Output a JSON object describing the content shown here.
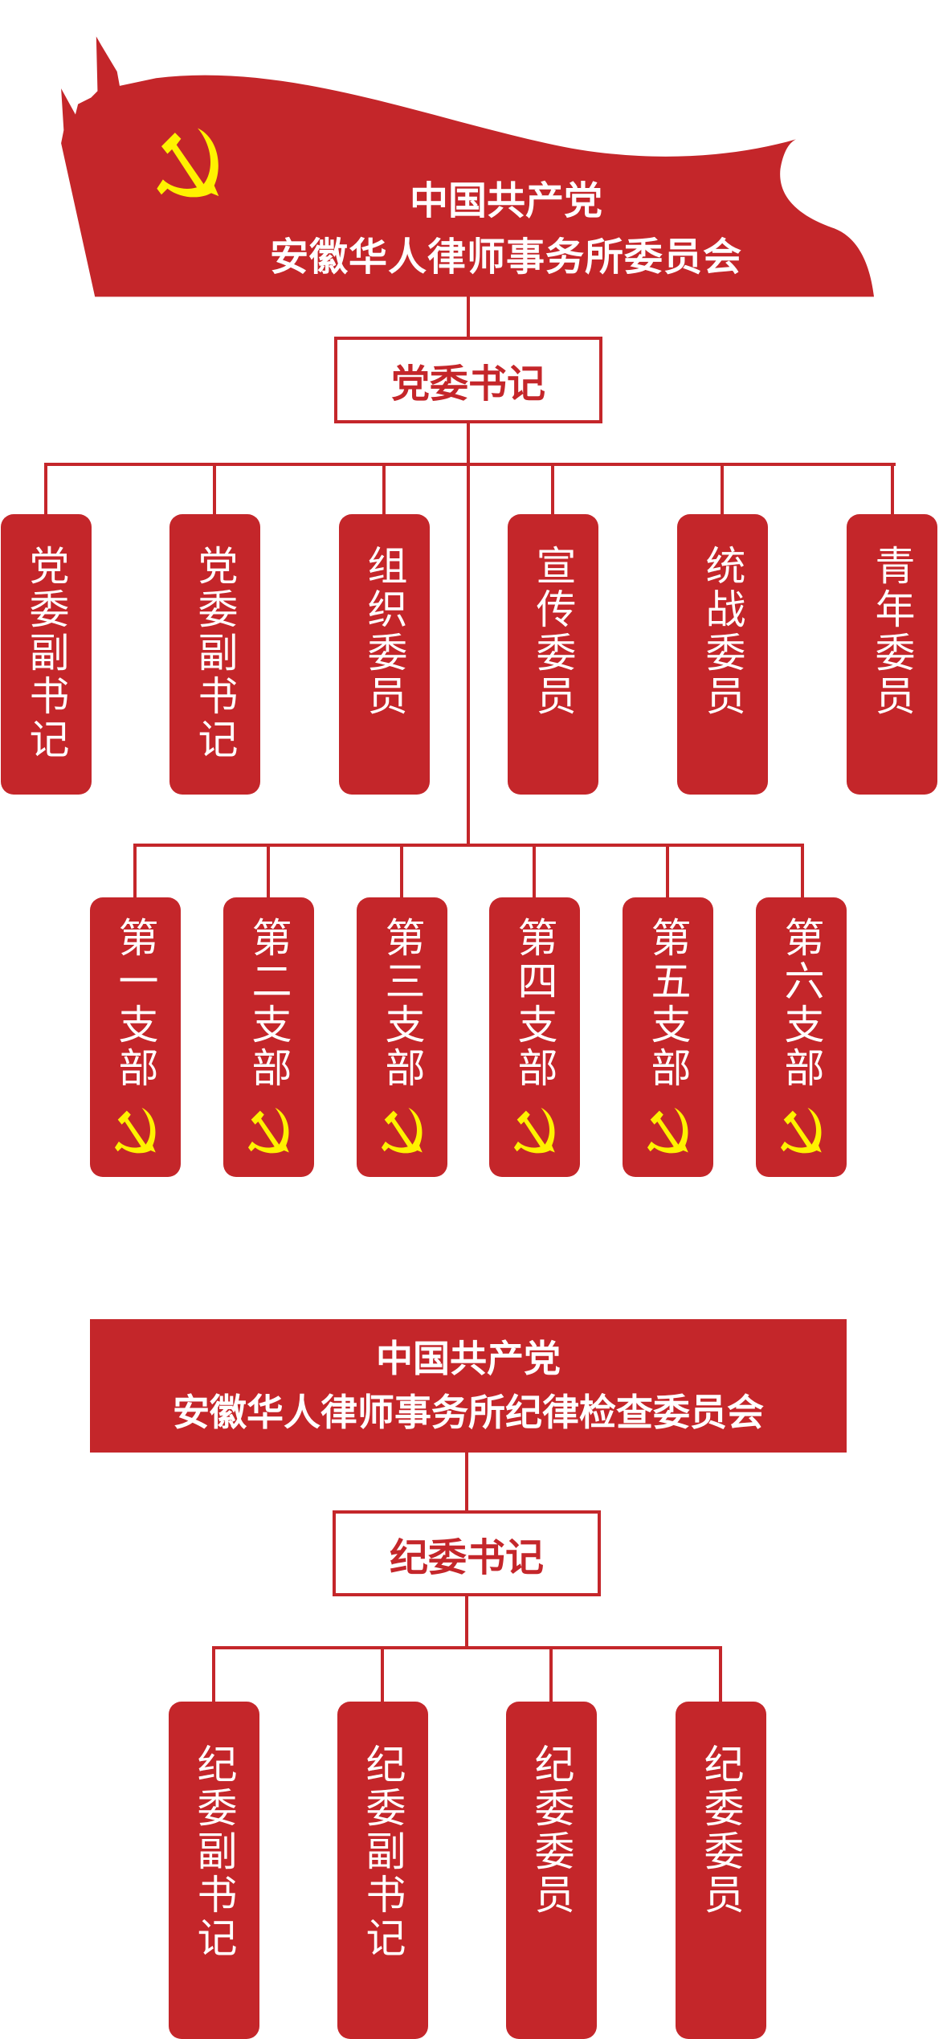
{
  "party_committee": {
    "title_line1": "中国共产党",
    "title_line2": "安徽华人律师事务所委员会",
    "secretary": "党委书记",
    "members": [
      "党委副书记",
      "党委副书记",
      "组织委员",
      "宣传委员",
      "统战委员",
      "青年委员"
    ],
    "branches": [
      "第一支部",
      "第二支部",
      "第三支部",
      "第四支部",
      "第五支部",
      "第六支部"
    ]
  },
  "discipline_committee": {
    "title_line1": "中国共产党",
    "title_line2": "安徽华人律师事务所纪律检查委员会",
    "secretary": "纪委书记",
    "members": [
      "纪委副书记",
      "纪委副书记",
      "纪委委员",
      "纪委委员"
    ]
  },
  "colors": {
    "red": "#c4262a",
    "emblem": "#fff200"
  }
}
